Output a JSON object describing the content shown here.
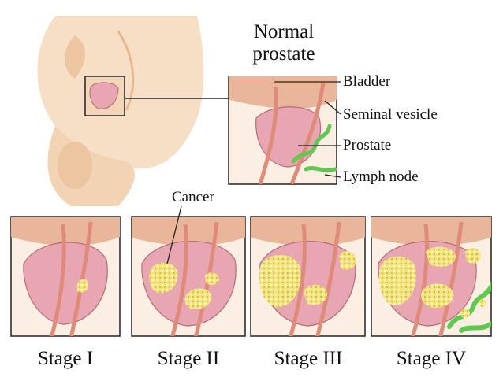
{
  "figure": {
    "title_line1": "Normal",
    "title_line2": "prostate",
    "labels": {
      "bladder": "Bladder",
      "seminal_vesicle": "Seminal vesicle",
      "prostate": "Prostate",
      "lymph_node": "Lymph node",
      "cancer": "Cancer"
    },
    "stages": [
      "Stage I",
      "Stage II",
      "Stage III",
      "Stage IV"
    ]
  },
  "colors": {
    "skin": "#f7dfc6",
    "skin_shadow": "#ecc6a1",
    "bladder": "#e9b69a",
    "prostate": "#e7a6b2",
    "vessel": "#e08a7a",
    "tumor": "#f3e27a",
    "lymph": "#5fc94f",
    "frame": "#222222"
  }
}
